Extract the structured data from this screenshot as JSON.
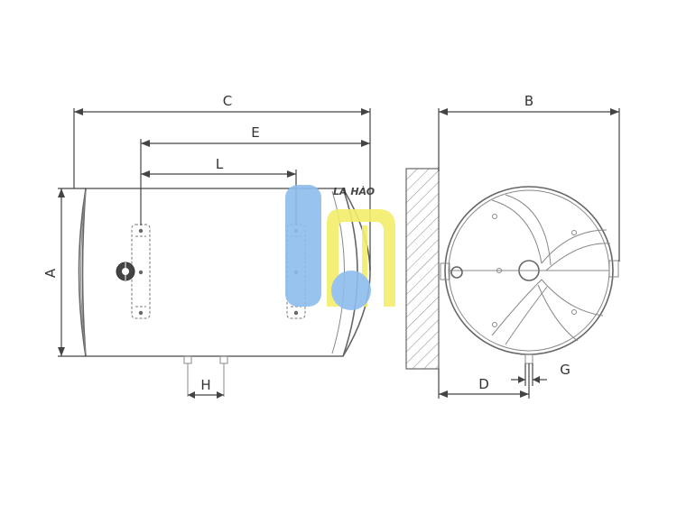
{
  "dimensions": {
    "A": "A",
    "B": "B",
    "C": "C",
    "D": "D",
    "E": "E",
    "G": "G",
    "H": "H",
    "L": "L"
  },
  "watermark": {
    "text": "LA HÀO",
    "colors": {
      "blue": "#7fb3ea",
      "yellow": "#f2ee6a",
      "text": "#3f8fe0"
    }
  },
  "colors": {
    "line": "#555555",
    "hatch": "#888888"
  }
}
